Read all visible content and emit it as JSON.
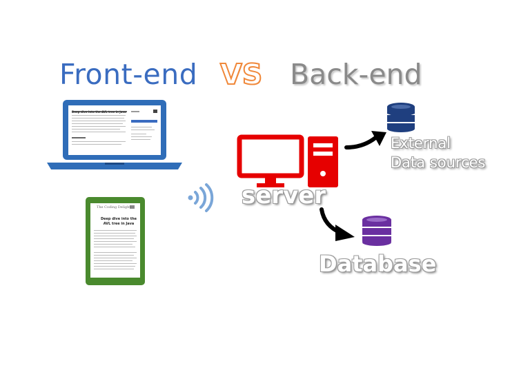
{
  "title": {
    "front": "Front-end",
    "vs": "VS",
    "back": "Back-end"
  },
  "labels": {
    "server": "server",
    "external_line1": "External",
    "external_line2": "Data sources",
    "database": "Database"
  },
  "laptop_screen": {
    "heading": "Deep dive into the AVL tree in Java"
  },
  "phone_screen": {
    "site": "The Coding Delight",
    "heading_line1": "Deep dive into the",
    "heading_line2": "AVL tree in Java"
  },
  "colors": {
    "front_end": "#3a6cc0",
    "vs": "#f0883a",
    "back_end": "#8a8a8a",
    "laptop": "#2f6db8",
    "phone": "#4a8a2e",
    "server": "#e60000",
    "external_db": "#1f3f7f",
    "database": "#6a2fa0",
    "wifi": "#7aa6d8"
  },
  "icons": {
    "laptop": "laptop-icon",
    "phone": "phone-icon",
    "wifi": "wifi-signal-icon",
    "server": "server-computer-icon",
    "external_db": "database-stack-icon",
    "database": "database-stack-icon",
    "arrow": "curved-arrow-icon"
  }
}
